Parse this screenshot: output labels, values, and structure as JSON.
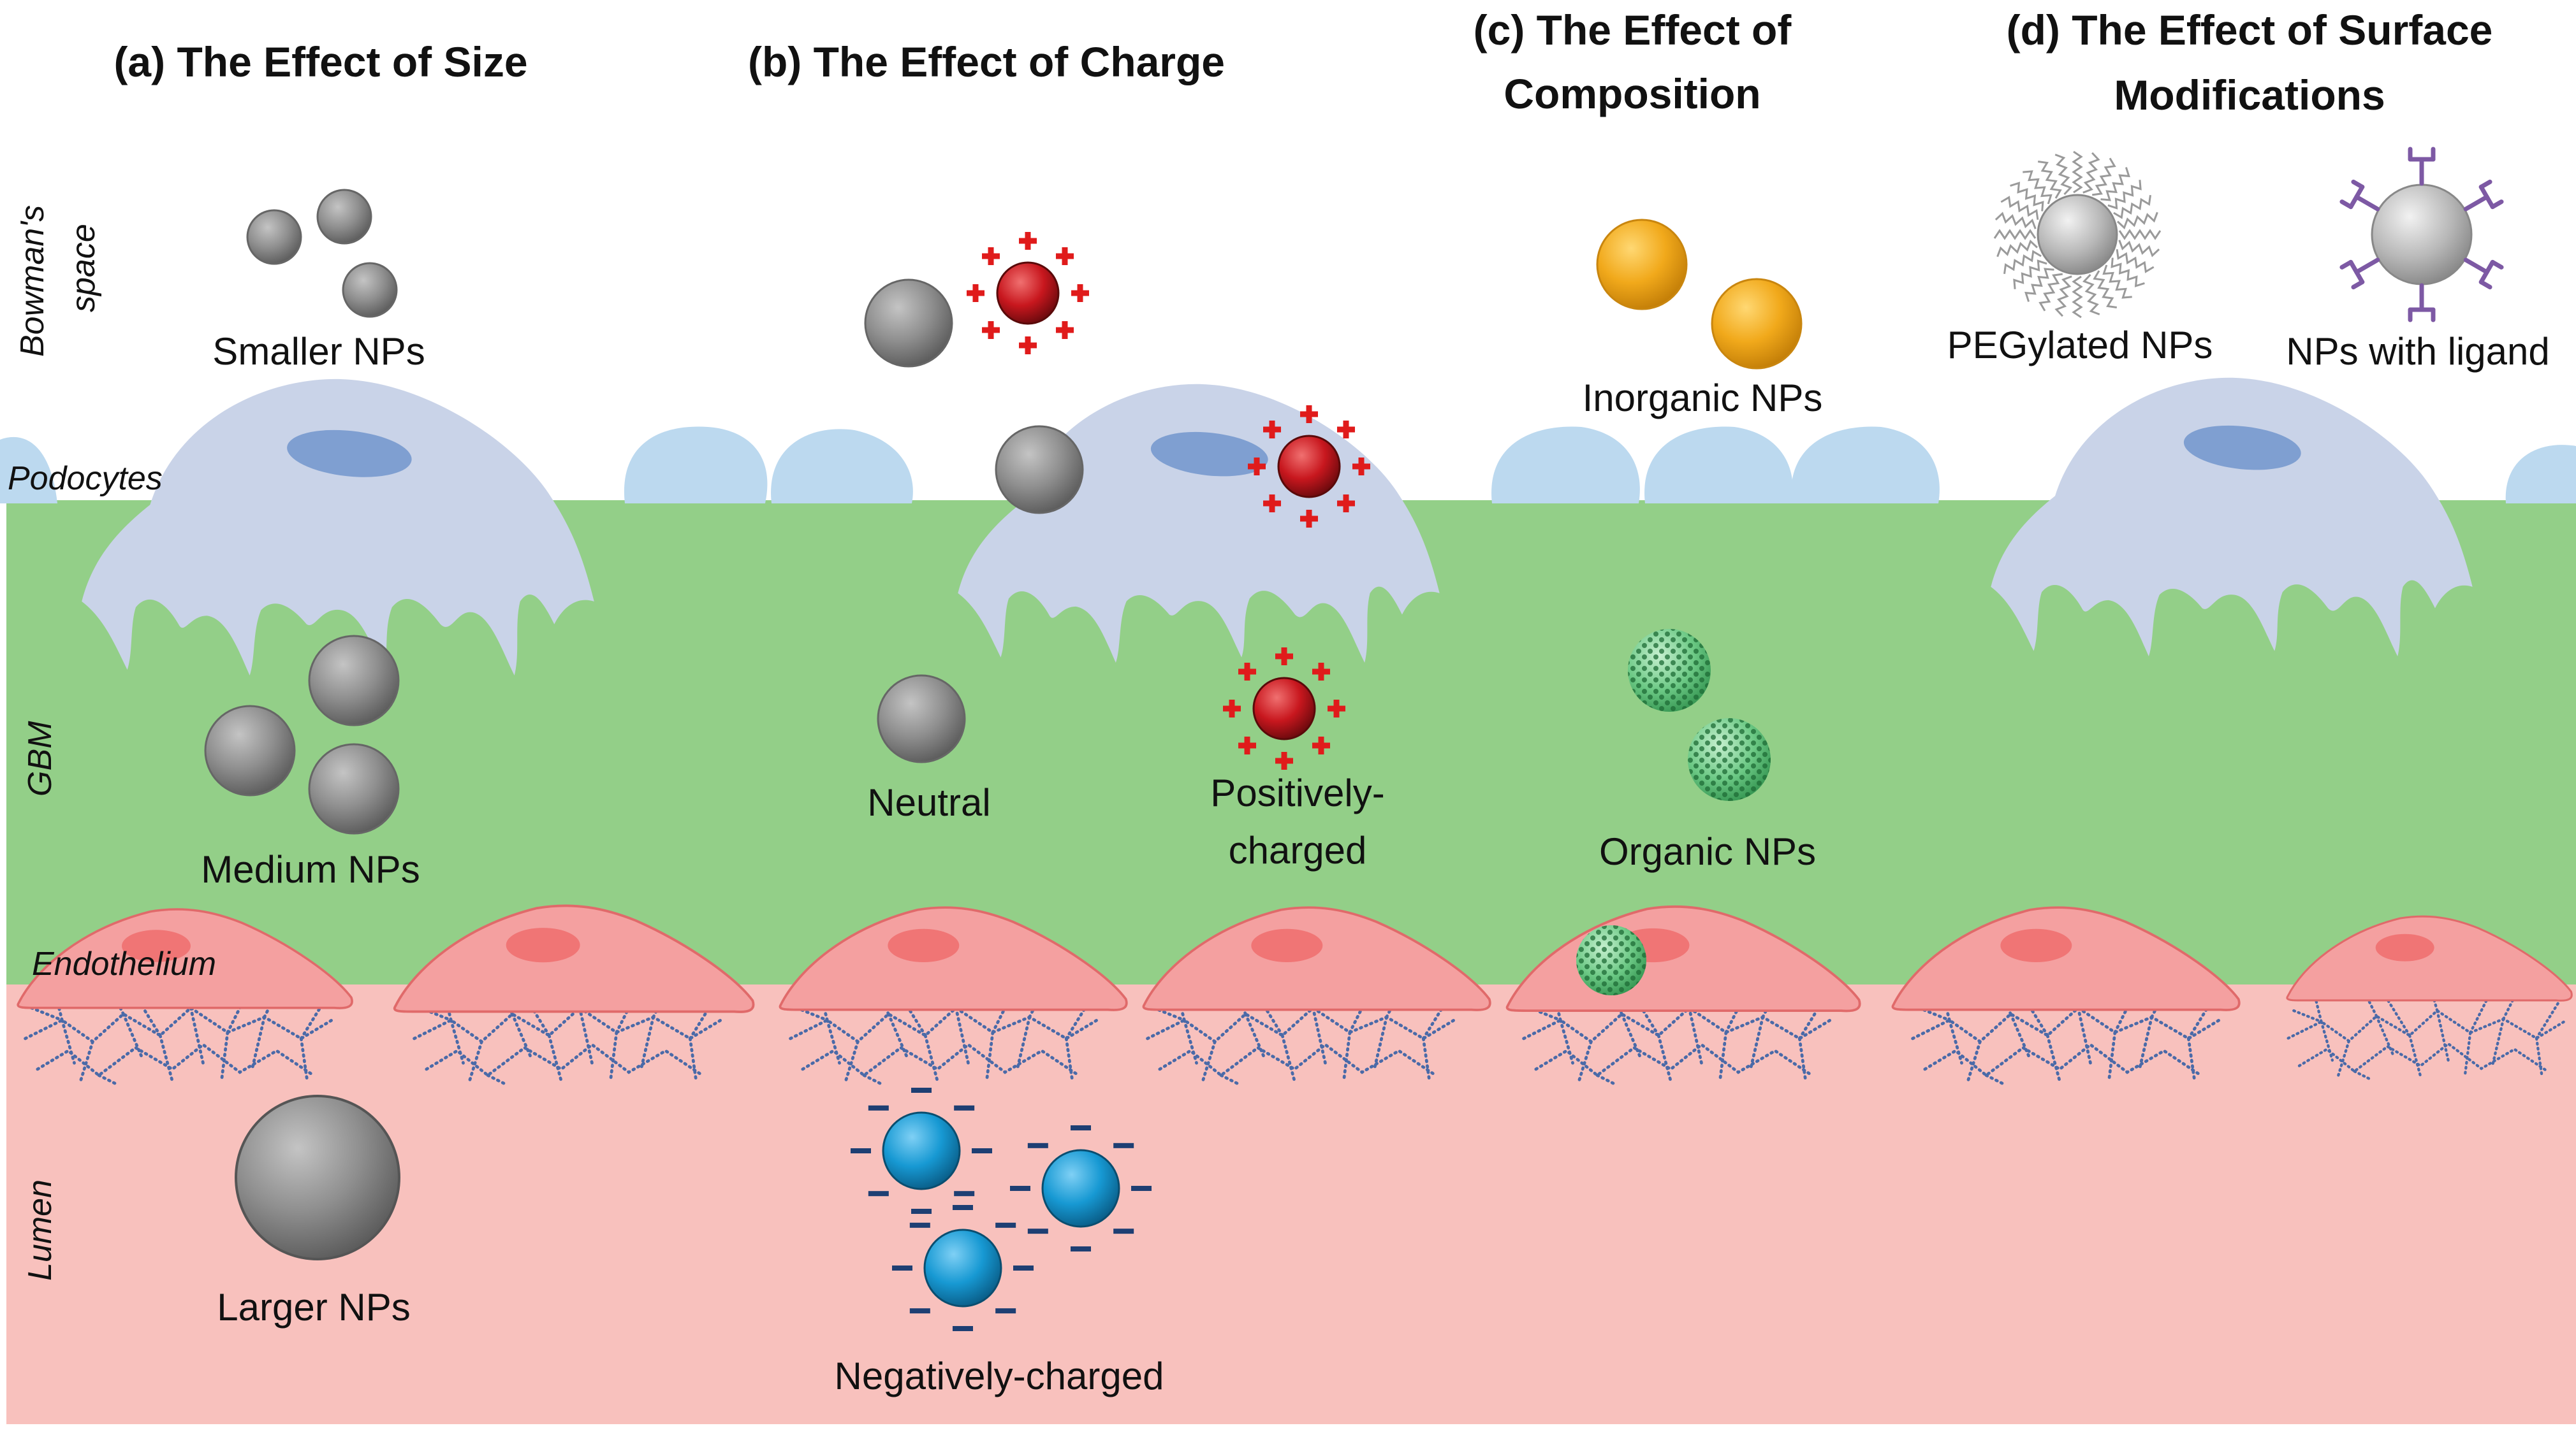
{
  "panels": {
    "a": {
      "title": "(a) The Effect of Size"
    },
    "b": {
      "title": "(b) The Effect of Charge"
    },
    "c": {
      "title_line1": "(c) The Effect of",
      "title_line2": "Composition"
    },
    "d": {
      "title_line1": "(d) The Effect of Surface",
      "title_line2": "Modifications"
    }
  },
  "zones": {
    "bowmans_line1": "Bowman's",
    "bowmans_line2": "space",
    "podocytes": "Podocytes",
    "gbm": "GBM",
    "endothelium": "Endothelium",
    "lumen": "Lumen"
  },
  "labels": {
    "smaller": "Smaller NPs",
    "medium": "Medium NPs",
    "larger": "Larger NPs",
    "neutral": "Neutral",
    "positive_line1": "Positively-",
    "positive_line2": "charged",
    "negative": "Negatively-charged",
    "inorganic": "Inorganic NPs",
    "organic": "Organic NPs",
    "pegylated": "PEGylated NPs",
    "ligand": "NPs with ligand"
  },
  "colors": {
    "bowmans": "#dde8f3",
    "gbm": "#93cf88",
    "lumen": "#f8c1bd",
    "podocyte": "#c9d3e8",
    "nucleus": "#7f9fd1",
    "endothelium": "#f4a0a0",
    "neutral_np": "#8c8c8c",
    "positive_np": "#c8171e",
    "negative_np": "#1799d3",
    "inorganic_np": "#f1a91b",
    "organic_np": "#5fc47a",
    "ligand": "#7d59a4"
  }
}
